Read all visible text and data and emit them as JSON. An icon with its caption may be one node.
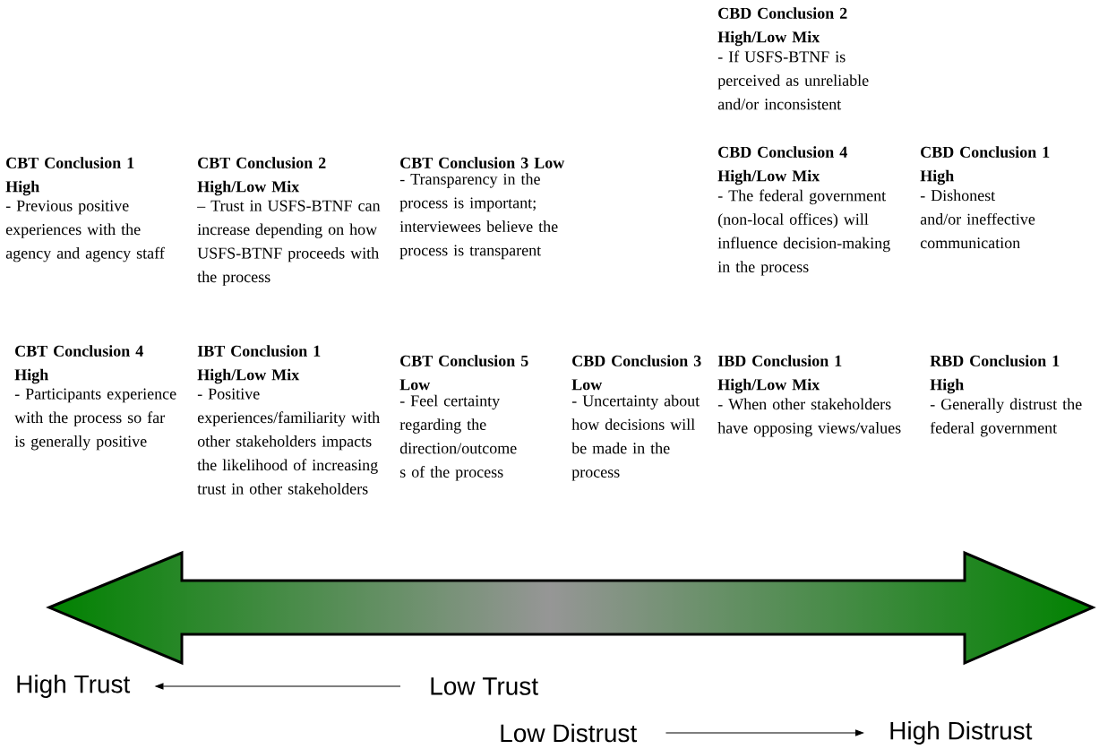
{
  "diagram": {
    "nodes": [
      {
        "text": [
          "High Trust"
        ]
      },
      {
        "text": [
          "Low Trust"
        ]
      },
      {
        "text": [
          "Low Distrust"
        ]
      },
      {
        "text": [
          "High Distrust"
        ]
      }
    ],
    "edges": [
      {
        "from": 1,
        "to": 0,
        "arrow": "to"
      },
      {
        "from": 2,
        "to": 3,
        "arrow": "to"
      }
    ],
    "labels": [
      "CBD Conclusion 2 High/Low Mix",
      "- If USFS-BTNF is perceived as unreliable and/or inconsistent",
      "CBT Conclusion 1 High",
      "- Previous positive experiences with the agency and agency staff",
      "CBT Conclusion 2 High/Low Mix",
      "– Trust in USFS-BTNF can increase depending on how USFS-BTNF proceeds with the process",
      "CBT Conclusion 3 Low",
      "- Transparency in the process is important; interviewees believe the process is transparent",
      "CBD Conclusion 4 High/Low Mix",
      "- The federal government (non-local offices) will influence decision-making in the process",
      "CBD Conclusion 1 High",
      "- Dishonest and/or ineffective communication",
      "CBT Conclusion 4 High",
      "- Participants experience with the process so far is generally positive",
      "IBT Conclusion 1 High/Low Mix",
      "- Positive experiences/familiarity with other stakeholders impacts the likelihood of increasing trust in other stakeholders",
      "CBT Conclusion 5 Low",
      "- Feel certainty regarding the direction/outcome s of the process",
      "CBD Conclusion 3 Low",
      "- Uncertainty about how decisions will be made in the process",
      "IBD Conclusion 1 High/Low Mix",
      "- When other stakeholders have opposing views/values",
      "RBD Conclusion 1 High",
      "- Generally distrust the federal government"
    ]
  }
}
